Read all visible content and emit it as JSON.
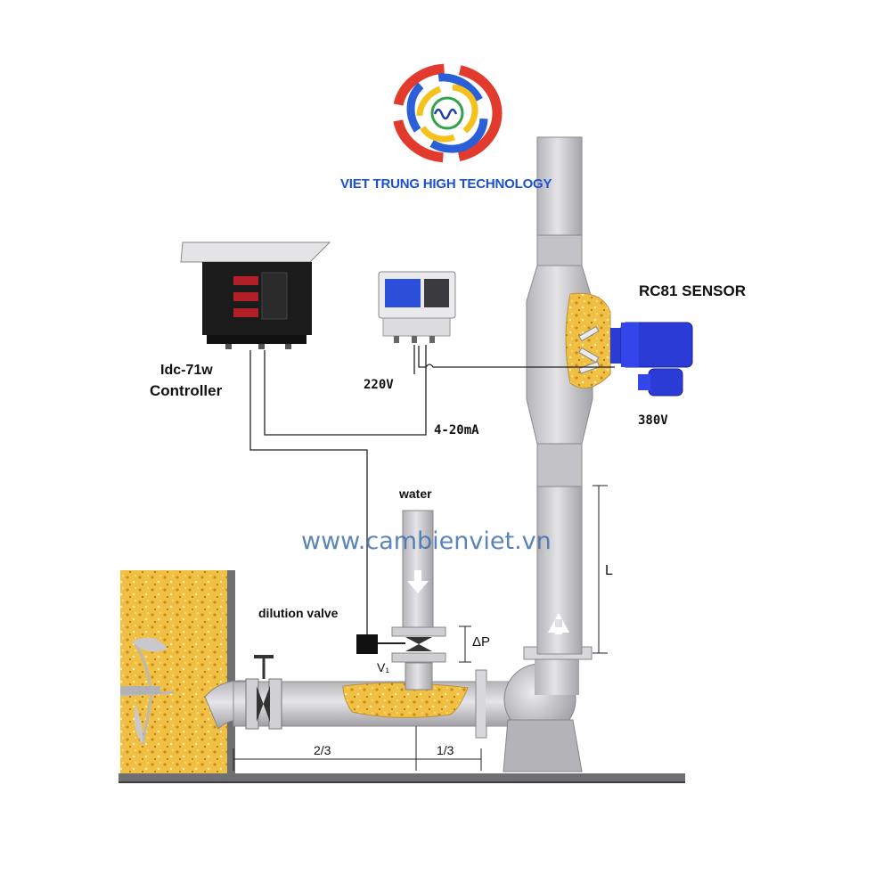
{
  "brand": {
    "name": "VIET TRUNG HIGH TECHNOLOGY"
  },
  "watermark": {
    "url": "www.cambienviet.vn"
  },
  "labels": {
    "controller_model": "Idc-71w",
    "controller": "Controller",
    "sensor": "RC81 SENSOR",
    "v220": "220V",
    "v380": "380V",
    "signal": "4-20mA",
    "water": "water",
    "dilution_valve": "dilution valve",
    "v1": "V₁",
    "dp": "ΔP",
    "length": "L",
    "two_thirds": "2/3",
    "one_third": "1/3"
  },
  "colors": {
    "pipe": "#cfcfd2",
    "pipe_shadow": "#9d9da2",
    "pulp": "#f2c44c",
    "sensor_blue": "#2b3bd6",
    "controller_body": "#1a1a1a",
    "brand_blue": "#1a4fd6"
  }
}
